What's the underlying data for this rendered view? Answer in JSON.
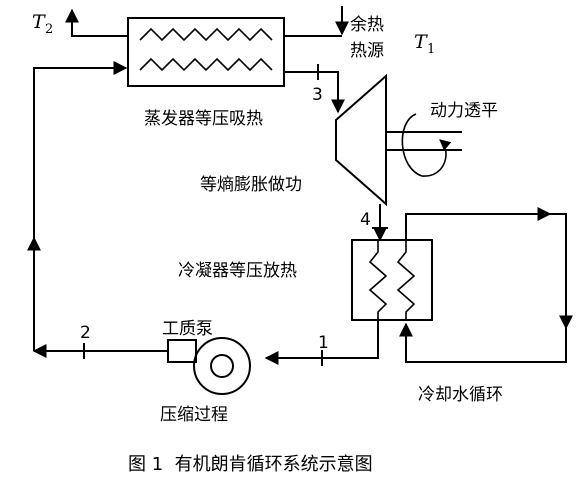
{
  "labels": {
    "t2_symbol": "T",
    "t2_sub": "2",
    "t1_symbol": "T",
    "t1_sub": "1",
    "waste_heat_line1": "余热",
    "waste_heat_line2": "热源",
    "evaporator": "蒸发器等压吸热",
    "power_output": "动力透平",
    "expansion": "等熵膨胀做功",
    "condenser": "冷凝器等压放热",
    "pump": "工质泵",
    "compression": "压缩过程",
    "cooling_water": "冷却水循环"
  },
  "state_points": [
    "1",
    "2",
    "3",
    "4"
  ],
  "caption": "图 1  有机朗肯循环系统示意图"
}
